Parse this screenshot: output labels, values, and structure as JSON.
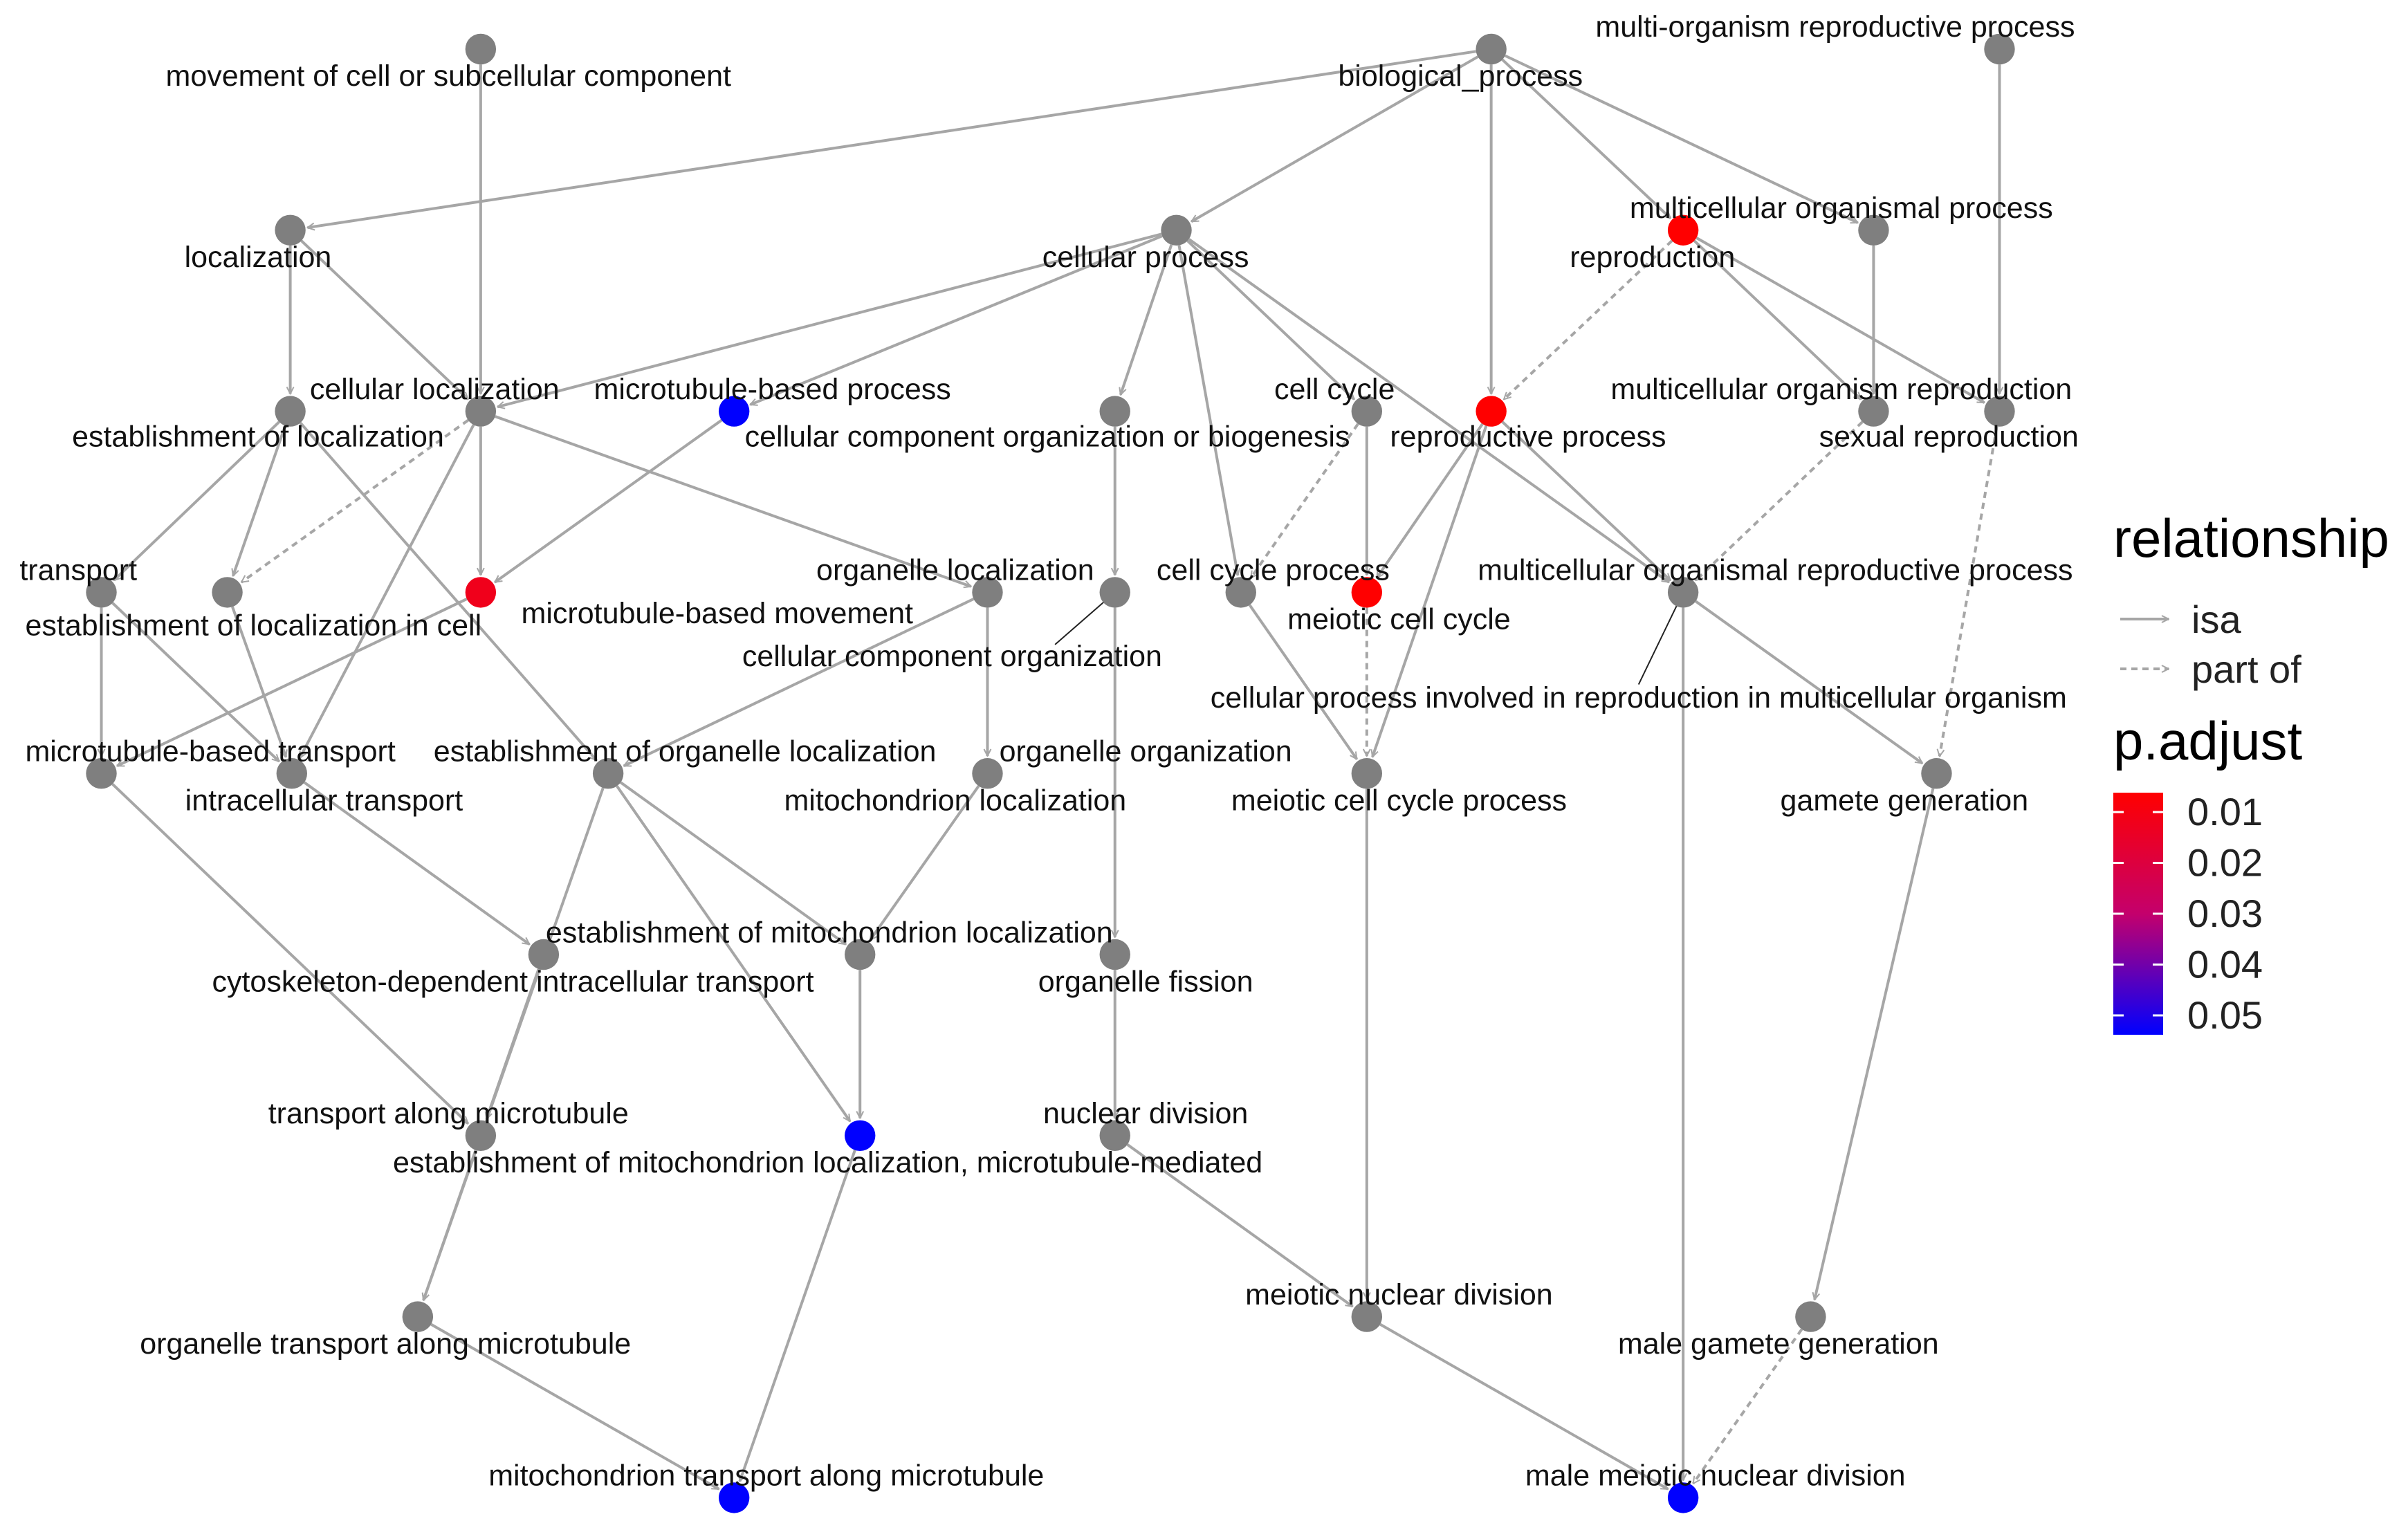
{
  "colors": {
    "edge": "#a6a6a6",
    "node_default": "#7f7f7f",
    "gradient_low": "#ff0000",
    "gradient_mid": "#c4006c",
    "gradient_high": "#0000ff"
  },
  "nodes": [
    {
      "id": "movement",
      "label": "movement of cell or subcellular component",
      "padjust": null
    },
    {
      "id": "biological_process",
      "label": "biological_process",
      "padjust": null
    },
    {
      "id": "multi_org_repro",
      "label": "multi-organism reproductive process",
      "padjust": null
    },
    {
      "id": "localization",
      "label": "localization",
      "padjust": null
    },
    {
      "id": "cellular_process",
      "label": "cellular process",
      "padjust": null
    },
    {
      "id": "reproduction",
      "label": "reproduction",
      "padjust": 0.005
    },
    {
      "id": "multicellular_org_process",
      "label": "multicellular organismal process",
      "padjust": null
    },
    {
      "id": "establishment_localization",
      "label": "establishment of localization",
      "padjust": null
    },
    {
      "id": "cellular_localization",
      "label": "cellular localization",
      "padjust": null
    },
    {
      "id": "microtubule_based_process",
      "label": "microtubule-based process",
      "padjust": 0.05
    },
    {
      "id": "ccob",
      "label": "cellular component organization or biogenesis",
      "padjust": null
    },
    {
      "id": "cell_cycle",
      "label": "cell cycle",
      "padjust": null
    },
    {
      "id": "reproductive_process",
      "label": "reproductive process",
      "padjust": 0.005
    },
    {
      "id": "multicellular_org_repro",
      "label": "multicellular organism reproduction",
      "padjust": null
    },
    {
      "id": "sexual_reproduction",
      "label": "sexual reproduction",
      "padjust": null
    },
    {
      "id": "transport",
      "label": "transport",
      "padjust": null
    },
    {
      "id": "establishment_localization_cell",
      "label": "establishment of localization in cell",
      "padjust": null
    },
    {
      "id": "microtubule_based_movement",
      "label": "microtubule-based movement",
      "padjust": 0.015
    },
    {
      "id": "organelle_localization",
      "label": "organelle localization",
      "padjust": null
    },
    {
      "id": "cellular_component_org",
      "label": "cellular component organization",
      "padjust": null
    },
    {
      "id": "cell_cycle_process",
      "label": "cell cycle process",
      "padjust": null
    },
    {
      "id": "meiotic_cell_cycle",
      "label": "meiotic cell cycle",
      "padjust": 0.005
    },
    {
      "id": "multicellular_org_repro_process",
      "label": "multicellular organismal reproductive process",
      "padjust": null
    },
    {
      "id": "cell_process_repro_multi",
      "label": "cellular process involved in reproduction in multicellular organism",
      "padjust": null
    },
    {
      "id": "microtubule_based_transport",
      "label": "microtubule-based transport",
      "padjust": null
    },
    {
      "id": "intracellular_transport",
      "label": "intracellular transport",
      "padjust": null
    },
    {
      "id": "establishment_organelle_localization",
      "label": "establishment of organelle localization",
      "padjust": null
    },
    {
      "id": "organelle_organization",
      "label": "organelle organization",
      "padjust": null
    },
    {
      "id": "mitochondrion_localization",
      "label": "mitochondrion localization",
      "padjust": null
    },
    {
      "id": "meiotic_cell_cycle_process",
      "label": "meiotic cell cycle process",
      "padjust": null
    },
    {
      "id": "gamete_generation",
      "label": "gamete generation",
      "padjust": null
    },
    {
      "id": "establishment_mito_localization",
      "label": "establishment of mitochondrion localization",
      "padjust": null
    },
    {
      "id": "cytoskeleton_dependent_transport",
      "label": "cytoskeleton-dependent intracellular transport",
      "padjust": null
    },
    {
      "id": "organelle_fission",
      "label": "organelle fission",
      "padjust": null
    },
    {
      "id": "transport_along_microtubule",
      "label": "transport along microtubule",
      "padjust": null
    },
    {
      "id": "establishment_mito_localization_mt",
      "label": "establishment of mitochondrion localization, microtubule-mediated",
      "padjust": 0.05
    },
    {
      "id": "nuclear_division",
      "label": "nuclear division",
      "padjust": null
    },
    {
      "id": "meiotic_nuclear_division",
      "label": "meiotic nuclear division",
      "padjust": null
    },
    {
      "id": "organelle_transport_mt",
      "label": "organelle transport along microtubule",
      "padjust": null
    },
    {
      "id": "male_gamete_generation",
      "label": "male gamete generation",
      "padjust": null
    },
    {
      "id": "mito_transport_mt",
      "label": "mitochondrion transport along microtubule",
      "padjust": 0.05
    },
    {
      "id": "male_meiotic_nuclear_division",
      "label": "male meiotic nuclear division",
      "padjust": 0.05
    }
  ],
  "edges": [
    {
      "from": "biological_process",
      "to": "localization",
      "type": "isa"
    },
    {
      "from": "biological_process",
      "to": "cellular_process",
      "type": "isa"
    },
    {
      "from": "biological_process",
      "to": "reproductive_process",
      "type": "isa"
    },
    {
      "from": "biological_process",
      "to": "multicellular_org_process",
      "type": "isa"
    },
    {
      "from": "biological_process",
      "to": "reproduction",
      "type": "isa"
    },
    {
      "from": "movement",
      "to": "cellular_localization",
      "type": "isa"
    },
    {
      "from": "multi_org_repro",
      "to": "sexual_reproduction",
      "type": "isa"
    },
    {
      "from": "localization",
      "to": "establishment_localization",
      "type": "isa"
    },
    {
      "from": "localization",
      "to": "cellular_localization",
      "type": "isa"
    },
    {
      "from": "cellular_process",
      "to": "cellular_localization",
      "type": "isa"
    },
    {
      "from": "cellular_process",
      "to": "microtubule_based_process",
      "type": "isa"
    },
    {
      "from": "cellular_process",
      "to": "ccob",
      "type": "isa"
    },
    {
      "from": "cellular_process",
      "to": "cell_cycle_process",
      "type": "isa"
    },
    {
      "from": "cellular_process",
      "to": "cell_cycle",
      "type": "isa"
    },
    {
      "from": "cellular_process",
      "to": "multicellular_org_repro_process",
      "type": "isa"
    },
    {
      "from": "reproduction",
      "to": "reproductive_process",
      "type": "partof"
    },
    {
      "from": "reproduction",
      "to": "sexual_reproduction",
      "type": "isa"
    },
    {
      "from": "multicellular_org_process",
      "to": "multicellular_org_repro",
      "type": "isa"
    },
    {
      "from": "reproduction",
      "to": "multicellular_org_repro",
      "type": "isa"
    },
    {
      "from": "establishment_localization",
      "to": "transport",
      "type": "isa"
    },
    {
      "from": "establishment_localization",
      "to": "establishment_localization_cell",
      "type": "isa"
    },
    {
      "from": "cellular_localization",
      "to": "establishment_localization_cell",
      "type": "partof"
    },
    {
      "from": "cellular_localization",
      "to": "microtubule_based_movement",
      "type": "isa"
    },
    {
      "from": "cellular_localization",
      "to": "organelle_localization",
      "type": "isa"
    },
    {
      "from": "cellular_localization",
      "to": "intracellular_transport",
      "type": "isa"
    },
    {
      "from": "establishment_localization",
      "to": "establishment_organelle_localization",
      "type": "isa"
    },
    {
      "from": "microtubule_based_process",
      "to": "microtubule_based_movement",
      "type": "isa"
    },
    {
      "from": "ccob",
      "to": "cellular_component_org",
      "type": "isa"
    },
    {
      "from": "cell_cycle",
      "to": "cell_cycle_process",
      "type": "partof"
    },
    {
      "from": "cell_cycle",
      "to": "meiotic_cell_cycle",
      "type": "isa"
    },
    {
      "from": "reproductive_process",
      "to": "meiotic_cell_cycle",
      "type": "isa"
    },
    {
      "from": "reproductive_process",
      "to": "multicellular_org_repro_process",
      "type": "isa"
    },
    {
      "from": "reproductive_process",
      "to": "meiotic_cell_cycle_process",
      "type": "isa"
    },
    {
      "from": "multicellular_org_repro",
      "to": "multicellular_org_repro_process",
      "type": "partof"
    },
    {
      "from": "sexual_reproduction",
      "to": "gamete_generation",
      "type": "partof"
    },
    {
      "from": "transport",
      "to": "microtubule_based_transport",
      "type": "isa"
    },
    {
      "from": "transport",
      "to": "intracellular_transport",
      "type": "isa"
    },
    {
      "from": "establishment_localization_cell",
      "to": "intracellular_transport",
      "type": "isa"
    },
    {
      "from": "microtubule_based_movement",
      "to": "microtubule_based_transport",
      "type": "isa"
    },
    {
      "from": "organelle_localization",
      "to": "establishment_organelle_localization",
      "type": "isa"
    },
    {
      "from": "organelle_localization",
      "to": "mitochondrion_localization",
      "type": "isa"
    },
    {
      "from": "cellular_component_org",
      "to": "organelle_organization",
      "type": "isa"
    },
    {
      "from": "cell_cycle_process",
      "to": "meiotic_cell_cycle_process",
      "type": "isa"
    },
    {
      "from": "meiotic_cell_cycle",
      "to": "meiotic_cell_cycle_process",
      "type": "partof"
    },
    {
      "from": "multicellular_org_repro_process",
      "to": "gamete_generation",
      "type": "isa"
    },
    {
      "from": "multicellular_org_repro_process",
      "to": "male_meiotic_nuclear_division",
      "type": "isa"
    },
    {
      "from": "microtubule_based_transport",
      "to": "transport_along_microtubule",
      "type": "isa"
    },
    {
      "from": "intracellular_transport",
      "to": "cytoskeleton_dependent_transport",
      "type": "isa"
    },
    {
      "from": "establishment_organelle_localization",
      "to": "establishment_mito_localization",
      "type": "isa"
    },
    {
      "from": "establishment_organelle_localization",
      "to": "establishment_mito_localization_mt",
      "type": "isa"
    },
    {
      "from": "establishment_organelle_localization",
      "to": "organelle_transport_mt",
      "type": "isa"
    },
    {
      "from": "mitochondrion_localization",
      "to": "establishment_mito_localization",
      "type": "isa"
    },
    {
      "from": "organelle_organization",
      "to": "organelle_fission",
      "type": "isa"
    },
    {
      "from": "meiotic_cell_cycle_process",
      "to": "meiotic_nuclear_division",
      "type": "isa"
    },
    {
      "from": "gamete_generation",
      "to": "male_gamete_generation",
      "type": "isa"
    },
    {
      "from": "establishment_mito_localization",
      "to": "establishment_mito_localization_mt",
      "type": "isa"
    },
    {
      "from": "cytoskeleton_dependent_transport",
      "to": "transport_along_microtubule",
      "type": "isa"
    },
    {
      "from": "organelle_fission",
      "to": "nuclear_division",
      "type": "isa"
    },
    {
      "from": "transport_along_microtubule",
      "to": "organelle_transport_mt",
      "type": "isa"
    },
    {
      "from": "establishment_mito_localization_mt",
      "to": "mito_transport_mt",
      "type": "isa"
    },
    {
      "from": "nuclear_division",
      "to": "meiotic_nuclear_division",
      "type": "isa"
    },
    {
      "from": "organelle_transport_mt",
      "to": "mito_transport_mt",
      "type": "isa"
    },
    {
      "from": "meiotic_nuclear_division",
      "to": "male_meiotic_nuclear_division",
      "type": "isa"
    },
    {
      "from": "male_gamete_generation",
      "to": "male_meiotic_nuclear_division",
      "type": "partof"
    }
  ],
  "callouts": [
    {
      "node": "cellular_component_org"
    },
    {
      "node": "cell_process_repro_multi"
    }
  ],
  "legend": {
    "relationship_title": "relationship",
    "isa_label": "isa",
    "partof_label": "part of",
    "padjust_title": "p.adjust",
    "padjust_ticks": [
      "0.01",
      "0.02",
      "0.03",
      "0.04",
      "0.05"
    ]
  }
}
